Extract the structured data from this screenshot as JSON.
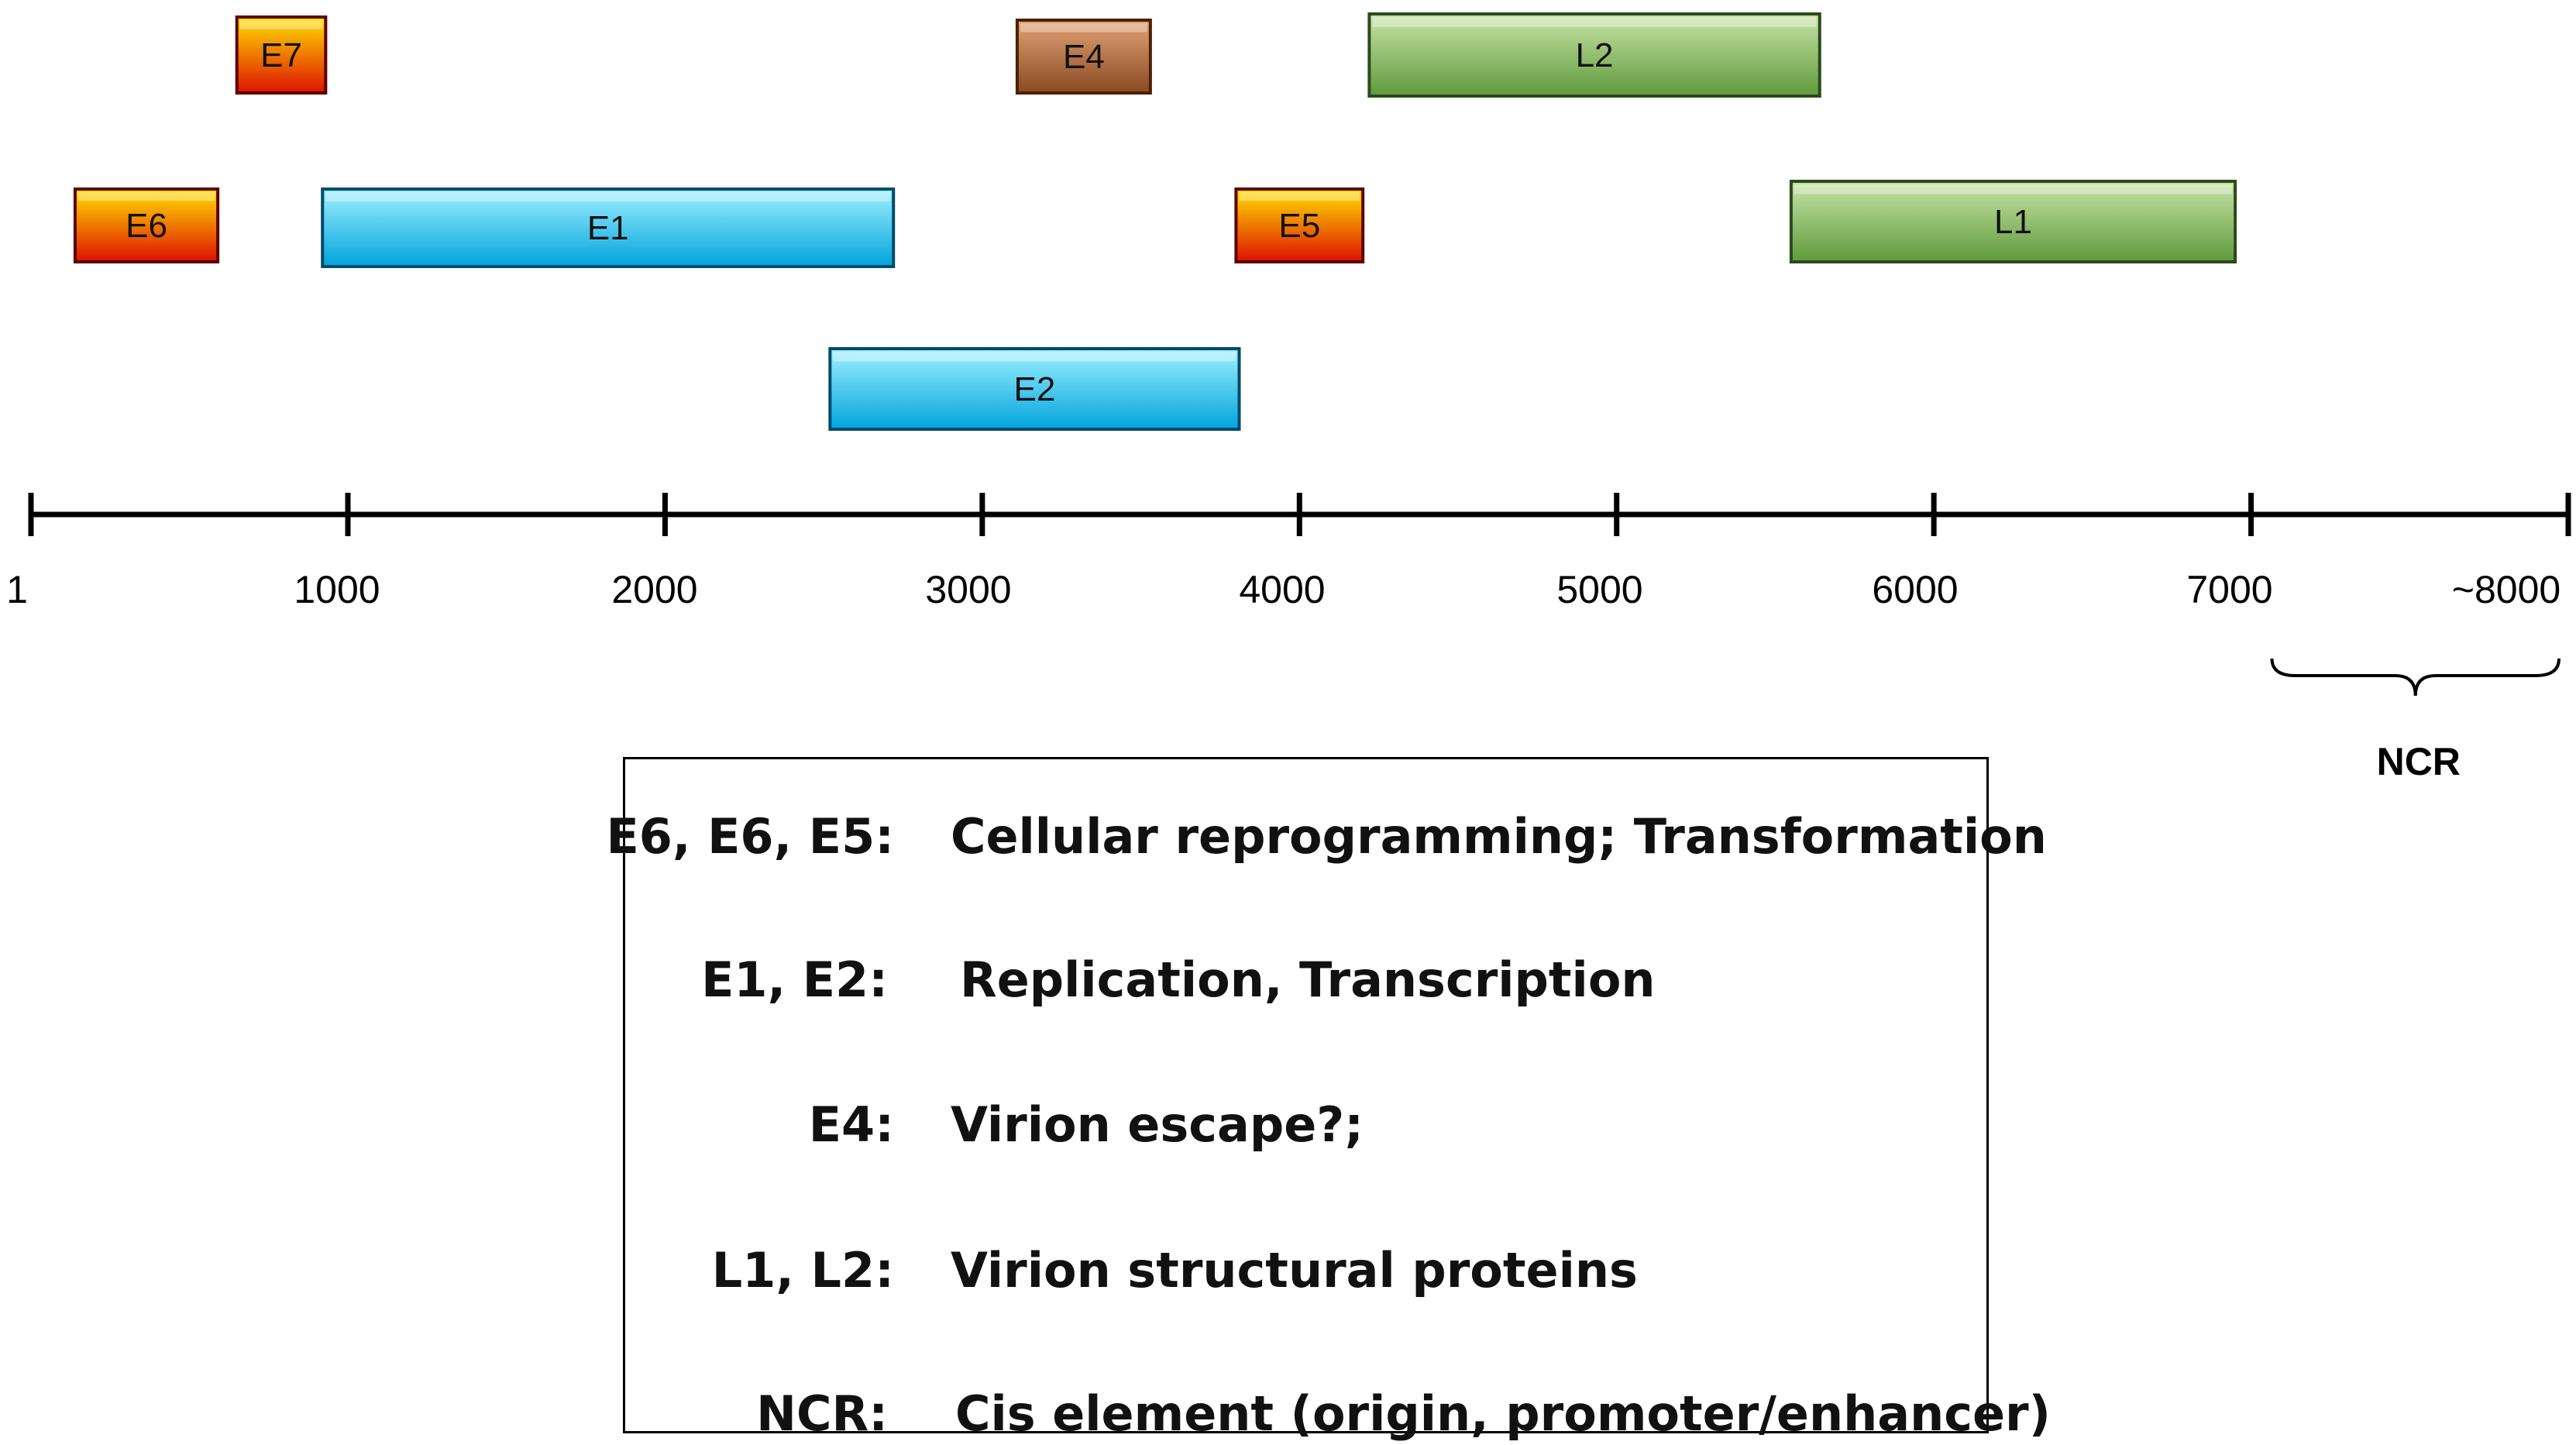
{
  "genes": [
    {
      "id": "E7",
      "label": "E7",
      "start": 650,
      "end": 930,
      "color_top": "#ffe000",
      "color_bottom": "#dd1100",
      "border": "#5a0000"
    },
    {
      "id": "E4",
      "label": "E4",
      "start": 3110,
      "end": 3530,
      "color_top": "#e2a276",
      "color_bottom": "#8a4a22",
      "border": "#4a2000"
    },
    {
      "id": "L2",
      "label": "L2",
      "start": 4220,
      "end": 5640,
      "color_top": "#c8e4a8",
      "color_bottom": "#5f9a3b",
      "border": "#2c4a1a"
    },
    {
      "id": "E6",
      "label": "E6",
      "start": 140,
      "end": 590,
      "color_top": "#ffe000",
      "color_bottom": "#dd1100",
      "border": "#5a0000"
    },
    {
      "id": "E1",
      "label": "E1",
      "start": 920,
      "end": 2720,
      "color_top": "#a0f0ff",
      "color_bottom": "#00a4dc",
      "border": "#004a6a"
    },
    {
      "id": "E5",
      "label": "E5",
      "start": 3800,
      "end": 4200,
      "color_top": "#ffe000",
      "color_bottom": "#dd1100",
      "border": "#5a0000"
    },
    {
      "id": "L1",
      "label": "L1",
      "start": 5550,
      "end": 6950,
      "color_top": "#c8e4a8",
      "color_bottom": "#5f9a3b",
      "border": "#2c4a1a"
    },
    {
      "id": "E2",
      "label": "E2",
      "start": 2520,
      "end": 3810,
      "color_top": "#a0f0ff",
      "color_bottom": "#00a4dc",
      "border": "#004a6a"
    }
  ],
  "axis": {
    "ticks": [
      {
        "value": 1,
        "label": "1"
      },
      {
        "value": 1000,
        "label": "1000"
      },
      {
        "value": 2000,
        "label": "2000"
      },
      {
        "value": 3000,
        "label": "3000"
      },
      {
        "value": 4000,
        "label": "4000"
      },
      {
        "value": 5000,
        "label": "5000"
      },
      {
        "value": 6000,
        "label": "6000"
      },
      {
        "value": 7000,
        "label": "7000"
      },
      {
        "value": 8000,
        "label": "~8000"
      }
    ]
  },
  "ncr": {
    "label": "NCR",
    "start": 7100,
    "end": 8000
  },
  "legend": [
    {
      "key": "E6, E6, E5:",
      "description": "Cellular reprogramming; Transformation"
    },
    {
      "key": "E1, E2:",
      "description": "Replication, Transcription"
    },
    {
      "key": "E4:",
      "description": "Virion escape?;"
    },
    {
      "key": "L1, L2:",
      "description": "Virion structural proteins"
    },
    {
      "key": "NCR:",
      "description": "Cis element (origin, promoter/enhancer)"
    }
  ]
}
